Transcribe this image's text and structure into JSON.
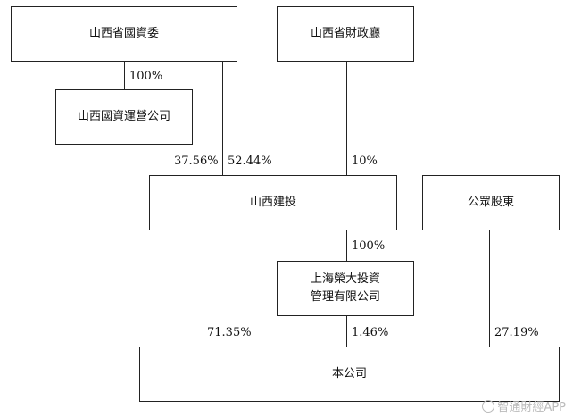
{
  "boxes": {
    "sasac": "山西省國資委",
    "finance_dept": "山西省財政廳",
    "state_capital_ops": "山西國資運營公司",
    "sx_construction": "山西建投",
    "public": "公眾股東",
    "shanghai_rongda_line1": "上海榮大投資",
    "shanghai_rongda_line2": "管理有限公司",
    "company": "本公司"
  },
  "percentages": {
    "sasac_to_ops": "100%",
    "ops_to_construction": "37.56%",
    "sasac_to_construction": "52.44%",
    "finance_to_construction": "10%",
    "construction_to_rongda": "100%",
    "construction_to_company": "71.35%",
    "rongda_to_company": "1.46%",
    "public_to_company": "27.19%"
  },
  "watermark": "智通財經APP"
}
